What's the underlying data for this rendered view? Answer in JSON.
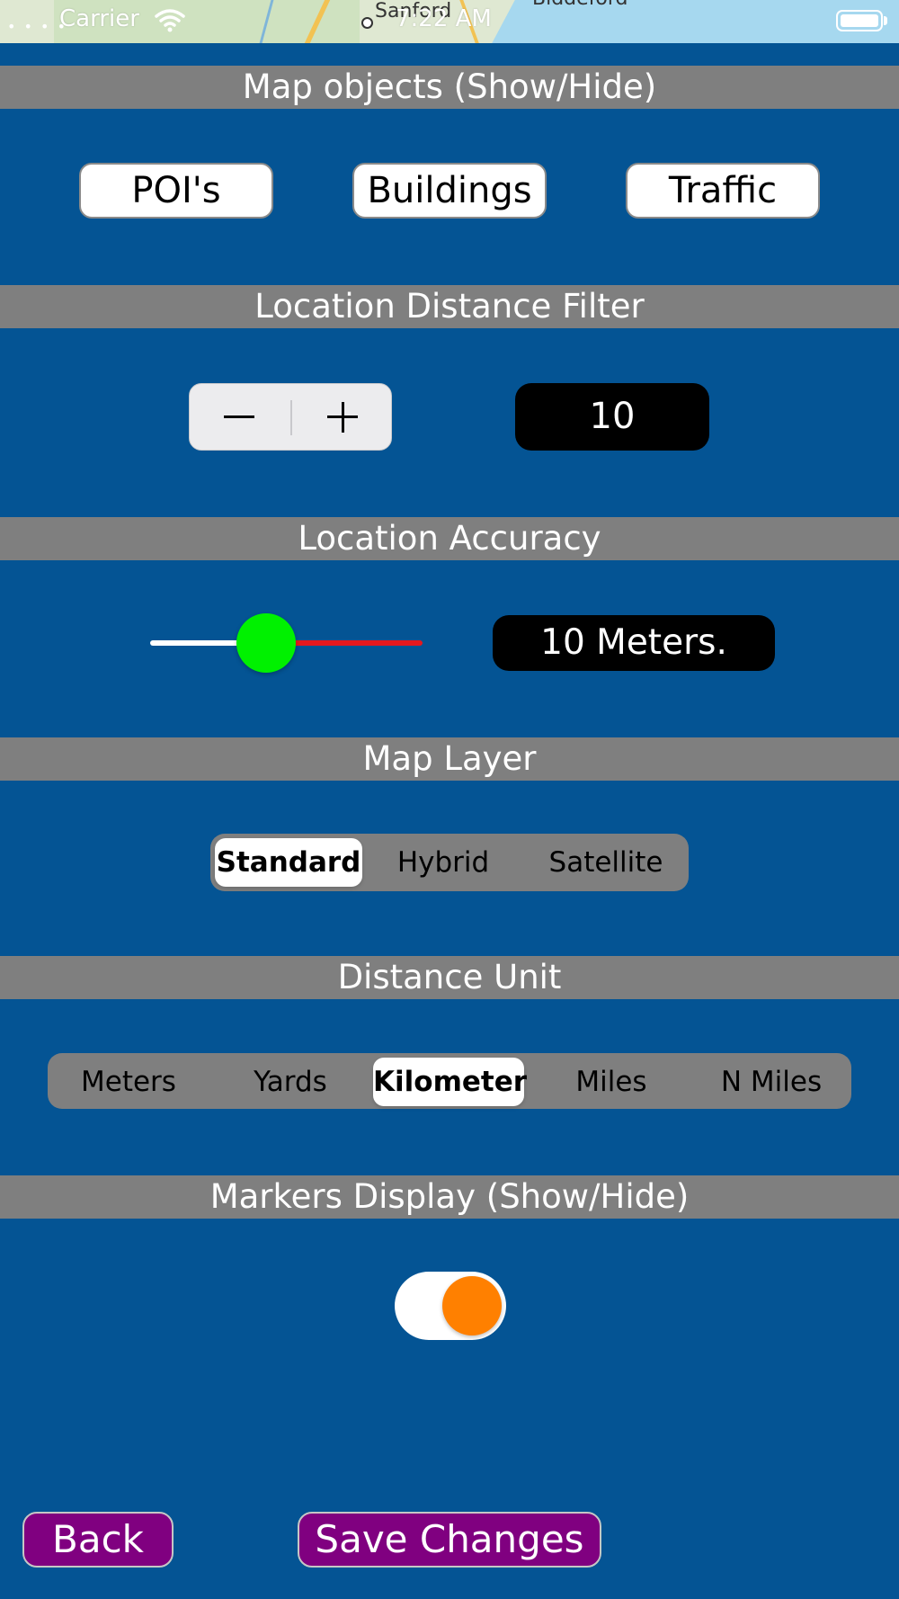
{
  "status_bar": {
    "carrier": "Carrier",
    "time": "7:22 AM",
    "map_label_city": "Sanford",
    "map_label_town": "Biddeford",
    "wifi_icon": "wifi-icon",
    "battery_icon": "battery-icon"
  },
  "sections": {
    "map_objects": {
      "title": "Map objects (Show/Hide)",
      "buttons": [
        "POI's",
        "Buildings",
        "Traffic"
      ]
    },
    "distance_filter": {
      "title": "Location Distance Filter",
      "value": "10",
      "minus_icon": "minus-icon",
      "plus_icon": "plus-icon"
    },
    "accuracy": {
      "title": "Location Accuracy",
      "value_label": "10 Meters.",
      "slider_fraction": 0.37,
      "colors": {
        "min_track": "#ffffff",
        "max_track": "#e5181e",
        "thumb": "#00f100"
      }
    },
    "map_layer": {
      "title": "Map Layer",
      "options": [
        "Standard",
        "Hybrid",
        "Satellite"
      ],
      "selected": "Standard"
    },
    "distance_unit": {
      "title": "Distance Unit",
      "options": [
        "Meters",
        "Yards",
        "Kilometer",
        "Miles",
        "N Miles"
      ],
      "selected": "Kilometer"
    },
    "markers": {
      "title": "Markers Display (Show/Hide)",
      "toggle_on": true,
      "colors": {
        "track": "#ffffff",
        "thumb": "#ff8000"
      }
    }
  },
  "footer": {
    "back_label": "Back",
    "save_label": "Save Changes"
  },
  "colors": {
    "background": "#045494",
    "header": "#7f7f7f",
    "action_button": "#800080"
  }
}
